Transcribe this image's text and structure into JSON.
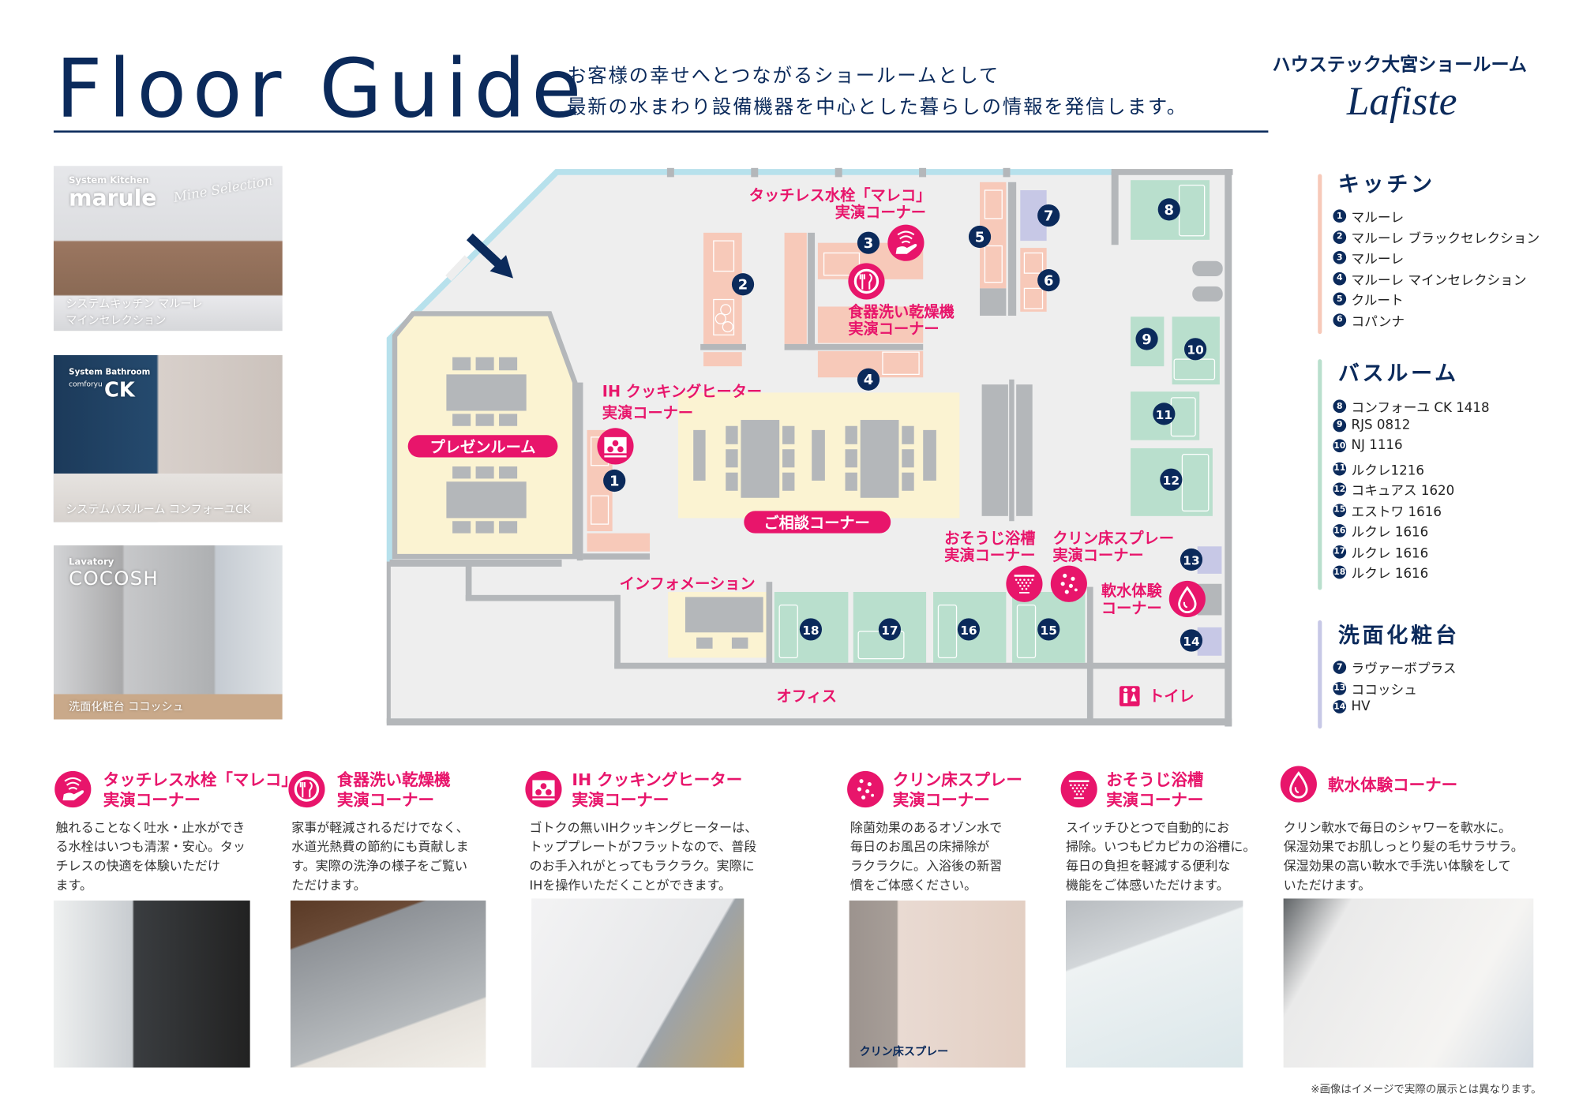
{
  "header": {
    "title": "Floor Guide",
    "tagline": [
      "お客様の幸せへとつながるショールームとして",
      "最新の水まわり設備機器を中心とした暮らしの情報を発信します。"
    ],
    "store_name": "ハウステック大宮ショールーム",
    "brand": "Lafiste"
  },
  "photos": [
    {
      "category": "System Kitchen",
      "name": "marule",
      "script": "Mine Selection",
      "caption": [
        "システムキッチン マルーレ",
        "マインセレクション"
      ]
    },
    {
      "category": "System Bathroom",
      "sub": "comforyu",
      "name": "CK",
      "caption": [
        "システムバスルーム コンフォーユCK"
      ]
    },
    {
      "category": "Lavatory",
      "name": "COCOSH",
      "caption": [
        "洗面化粧台 ココッシュ"
      ]
    }
  ],
  "map": {
    "rooms": {
      "presentation": "プレゼンルーム",
      "consultation": "ご相談コーナー",
      "information": "インフォメーション",
      "office": "オフィス",
      "toilet": "トイレ"
    },
    "corners": {
      "marleco": [
        "タッチレス水栓「マレコ」",
        "実演コーナー"
      ],
      "dishwasher": [
        "食器洗い乾燥機",
        "実演コーナー"
      ],
      "ih": [
        "IH クッキングヒーター",
        "実演コーナー"
      ],
      "bath_clean": [
        "おそうじ浴槽",
        "実演コーナー"
      ],
      "floor_spray": [
        "クリン床スプレー",
        "実演コーナー"
      ],
      "soft_water": [
        "軟水体験",
        "コーナー"
      ]
    },
    "badges": [
      "1",
      "2",
      "3",
      "4",
      "5",
      "6",
      "7",
      "8",
      "9",
      "10",
      "11",
      "12",
      "13",
      "14",
      "15",
      "16",
      "17",
      "18"
    ]
  },
  "legend": [
    {
      "heading": "キッチン",
      "color": "#f7c9b9",
      "items": [
        {
          "num": "1",
          "label": "マルーレ"
        },
        {
          "num": "2",
          "label": "マルーレ ブラックセレクション"
        },
        {
          "num": "3",
          "label": "マルーレ"
        },
        {
          "num": "4",
          "label": "マルーレ マインセレクション"
        },
        {
          "num": "5",
          "label": "クルート"
        },
        {
          "num": "6",
          "label": "コパンナ"
        }
      ]
    },
    {
      "heading": "バスルーム",
      "color": "#b9dfcd",
      "items": [
        {
          "num": "8",
          "label": "コンフォーユ CK 1418"
        },
        {
          "num": "9",
          "label": "RJS 0812"
        },
        {
          "num": "10",
          "label": "NJ 1116"
        },
        {
          "num": "11",
          "label": "ルクレ1216"
        },
        {
          "num": "12",
          "label": "コキュアス 1620"
        },
        {
          "num": "15",
          "label": "エストワ 1616"
        },
        {
          "num": "16",
          "label": "ルクレ 1616"
        },
        {
          "num": "17",
          "label": "ルクレ 1616"
        },
        {
          "num": "18",
          "label": "ルクレ 1616"
        }
      ]
    },
    {
      "heading": "洗面化粧台",
      "color": "#c7c8e6",
      "items": [
        {
          "num": "7",
          "label": "ラヴァーボプラス"
        },
        {
          "num": "13",
          "label": "ココッシュ"
        },
        {
          "num": "14",
          "label": "HV"
        }
      ]
    }
  ],
  "features": [
    {
      "icon": "touchless-faucet-icon",
      "title": [
        "タッチレス水栓「マレコ」",
        "実演コーナー"
      ],
      "body": [
        "触れることなく吐水・止水ができ",
        "る水栓はいつも清潔・安心。タッ",
        "チレスの快適を体験いただけ",
        "ます。"
      ]
    },
    {
      "icon": "dishwasher-icon",
      "title": [
        "食器洗い乾燥機",
        "実演コーナー"
      ],
      "body": [
        "家事が軽減されるだけでなく、",
        "水道光熱費の節約にも貢献しま",
        "す。実際の洗浄の様子をご覧い",
        "ただけます。"
      ]
    },
    {
      "icon": "ih-cooktop-icon",
      "title": [
        "IH クッキングヒーター",
        "実演コーナー"
      ],
      "body": [
        "ゴトクの無いIHクッキングヒーターは、",
        "トッププレートがフラットなので、普段",
        "のお手入れがとってもラクラク。実際に",
        "IHを操作いただくことができます。"
      ]
    },
    {
      "icon": "floor-spray-icon",
      "title": [
        "クリン床スプレー",
        "実演コーナー"
      ],
      "body": [
        "除菌効果のあるオゾン水で",
        "毎日のお風呂の床掃除が",
        "ラクラクに。入浴後の新習",
        "慣をご体感ください。"
      ],
      "photo_caption": "クリン床スプレー"
    },
    {
      "icon": "bath-clean-icon",
      "title": [
        "おそうじ浴槽",
        "実演コーナー"
      ],
      "body": [
        "スイッチひとつで自動的にお",
        "掃除。いつもピカピカの浴槽に。",
        "毎日の負担を軽減する便利な",
        "機能をご体感いただけます。"
      ]
    },
    {
      "icon": "water-drop-icon",
      "title": [
        "軟水体験コーナー"
      ],
      "body": [
        "クリン軟水で毎日のシャワーを軟水に。",
        "保湿効果でお肌しっとり髪の毛サラサラ。",
        "保湿効果の高い軟水で手洗い体験をして",
        "いただけます。"
      ]
    }
  ],
  "footnote": "※画像はイメージで実際の展示とは異なります。",
  "colors": {
    "navy": "#0b2a5b",
    "pink": "#e8156b",
    "kitchen": "#f7c9b9",
    "bath": "#b9dfcd",
    "lavatory": "#c7c8e6",
    "zone": "#fbf3d2",
    "wall": "#b4b7ba",
    "window": "#b7e1ec"
  }
}
